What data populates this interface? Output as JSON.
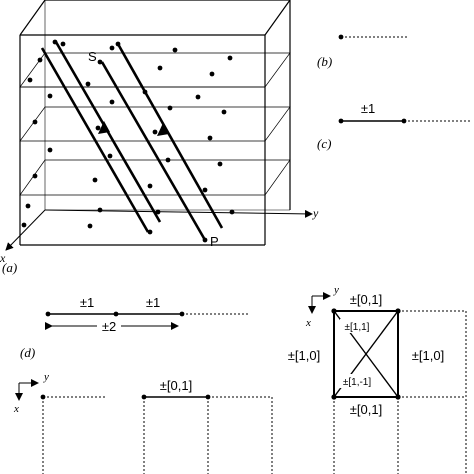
{
  "panel_a": {
    "label": "(a)",
    "axis_x": "x",
    "axis_y": "y",
    "point_s": "S",
    "point_p": "P"
  },
  "panel_b": {
    "label": "(b)",
    "step": "±1"
  },
  "panel_c": {
    "label": "(c)"
  },
  "panel_d": {
    "label": "(d)",
    "step_left": "±1",
    "step_right": "±1",
    "span": "±2",
    "axis_x": "x",
    "axis_y": "y",
    "top_label": "±[0,1]"
  },
  "panel_e": {
    "axis_x": "x",
    "axis_y": "y",
    "top": "±[0,1]",
    "bottom": "±[0,1]",
    "left": "±[1,0]",
    "right": "±[1,0]",
    "diag_up": "±[1,1]",
    "diag_down": "±[1,-1]"
  }
}
